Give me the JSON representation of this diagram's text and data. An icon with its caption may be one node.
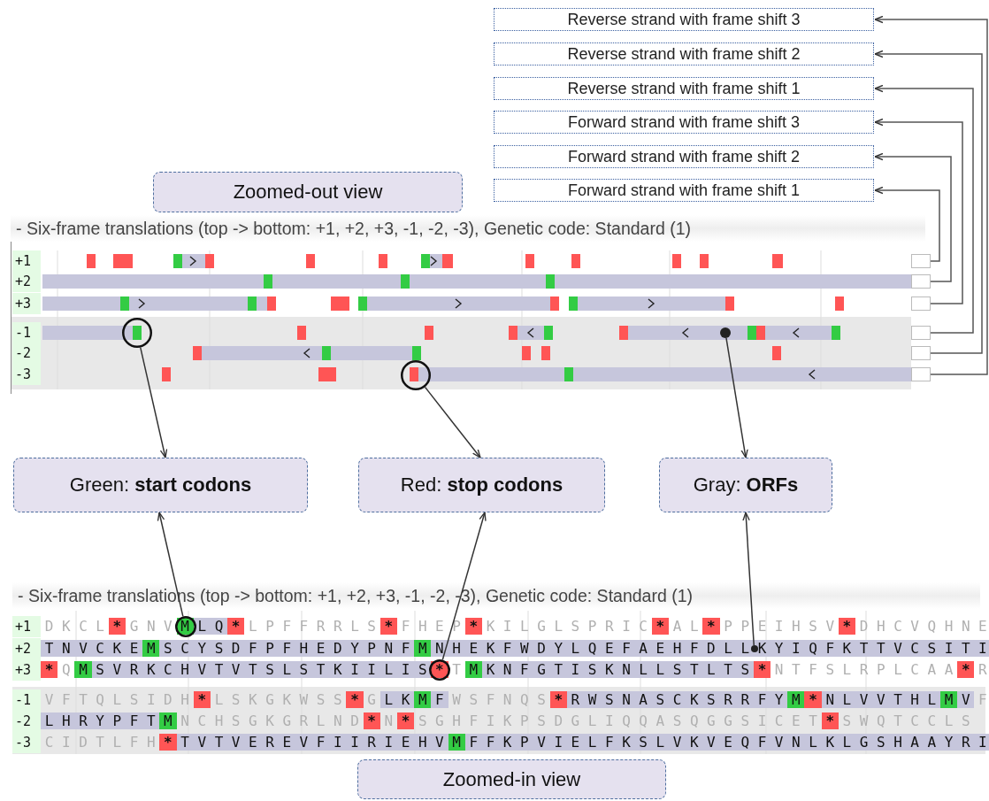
{
  "diagram": {
    "nodes": [
      {
        "text": [
          "Reverse strand with frame shift 3"
        ]
      },
      {
        "text": [
          "Reverse strand with frame shift 2"
        ]
      },
      {
        "text": [
          "Reverse strand with frame shift 1"
        ]
      },
      {
        "text": [
          "Forward strand with frame shift 3"
        ]
      },
      {
        "text": [
          "Forward strand with frame shift 2"
        ]
      },
      {
        "text": [
          "Forward strand with frame shift 1"
        ]
      },
      {
        "text": [
          "Zoomed-out view"
        ]
      },
      {
        "text": [
          "- Six-frame translations (top -> bottom: +1, +2, +3, -1, -2, -3), Genetic code: Standard (1)"
        ]
      },
      {
        "text": [],
        "shape": "box",
        "in": 7
      },
      {
        "text": [],
        "shape": "box",
        "in": 7
      },
      {
        "text": [],
        "shape": "box",
        "in": 7
      },
      {
        "text": [],
        "shape": "box",
        "in": 7
      },
      {
        "text": [],
        "shape": "box",
        "in": 7
      },
      {
        "text": [],
        "shape": "box",
        "in": 7
      },
      {
        "text": [],
        "shape": "circle",
        "in": 7
      },
      {
        "text": [],
        "shape": "circle",
        "in": 7
      },
      {
        "text": [],
        "shape": "dot",
        "in": 7
      },
      {
        "text": [
          "Green: **start codons**"
        ]
      },
      {
        "text": [
          "Red: **stop codons**"
        ]
      },
      {
        "text": [
          "Gray: **ORFs**"
        ]
      },
      {
        "text": [
          "- Six-frame translations (top -> bottom: +1, +2, +3, -1, -2, -3), Genetic code: Standard (1)"
        ]
      },
      {
        "text": [],
        "shape": "circle",
        "in": 20
      },
      {
        "text": [],
        "shape": "circle",
        "in": 20
      },
      {
        "text": [],
        "shape": "dot",
        "in": 20
      },
      {
        "text": [
          "Zoomed-in view"
        ]
      }
    ],
    "edges": [
      {
        "from": 8,
        "to": 5,
        "arrow": "to"
      },
      {
        "from": 9,
        "to": 4,
        "arrow": "to"
      },
      {
        "from": 10,
        "to": 3,
        "arrow": "to"
      },
      {
        "from": 11,
        "to": 2,
        "arrow": "to"
      },
      {
        "from": 12,
        "to": 1,
        "arrow": "to"
      },
      {
        "from": 13,
        "to": 0,
        "arrow": "to"
      },
      {
        "from": 14,
        "to": 17,
        "arrow": "to"
      },
      {
        "from": 15,
        "to": 18,
        "arrow": "to"
      },
      {
        "from": 16,
        "to": 19,
        "arrow": "to"
      },
      {
        "from": 21,
        "to": 17,
        "arrow": "to"
      },
      {
        "from": 22,
        "to": 18,
        "arrow": "to"
      },
      {
        "from": 23,
        "to": 19,
        "arrow": "to"
      }
    ],
    "labels": [
      "+1",
      "+2",
      "+3",
      "-1",
      "-2",
      "-3",
      "+1",
      "D K C L * G N V M L Q * L P F F R R L S * F H E P * K I L G L S P R I C * A L * P P E I H S V * D H C V Q H N E",
      "+2",
      "T N V C K E M S C Y S D F P F H E D Y P N F M N H E K F W D Y L Q E F A E H F D L L K Y I Q F K T T V C S I T I",
      "+3",
      "* Q M S V R K C H V T V T S L S T K I I L I S * T M K N F G T I S K N L L S T L T S * N T F S L R P L C A A * R",
      "-1",
      "V F T Q L S I D H * L S K G K W S S * G L K M F W S F N Q S * R W S N A S C K S R R F Y M * N L V V T H L M V F",
      "-2",
      "L H R Y P F T M N C H S G K G R L N D * N * S G H F I K P S D G L I Q Q A S Q G G S I C E T * S W Q T C C L S",
      "-3",
      "C I D T L F H * T V T V E R E V F I I R I E H V M F F K P V I E L F K S L V K V E Q F V N L K L G S H A A Y R I"
    ]
  }
}
